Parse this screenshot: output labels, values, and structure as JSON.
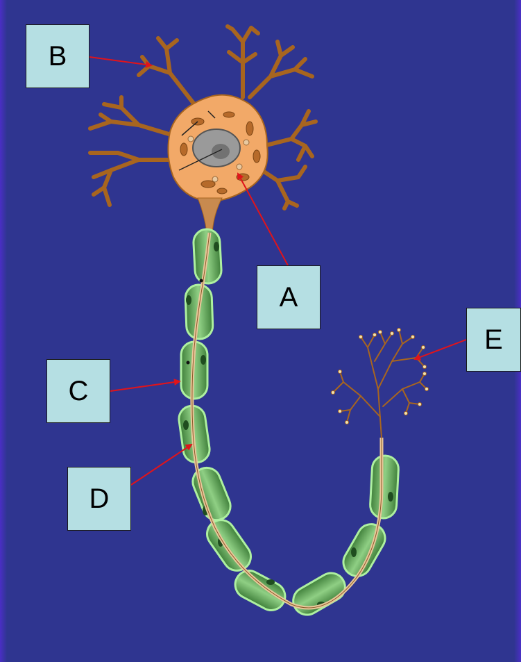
{
  "labels": {
    "a": "A",
    "b": "B",
    "c": "C",
    "d": "D",
    "e": "E"
  },
  "colors": {
    "background": "#2f3590",
    "label_fill": "#b5dfe3",
    "arrow": "#e0141b",
    "soma": "#f2a968",
    "dendrite": "#a8651f",
    "myelin": "#62a85c",
    "axon": "#e8c79a",
    "nucleus": "#9a9a9a"
  }
}
